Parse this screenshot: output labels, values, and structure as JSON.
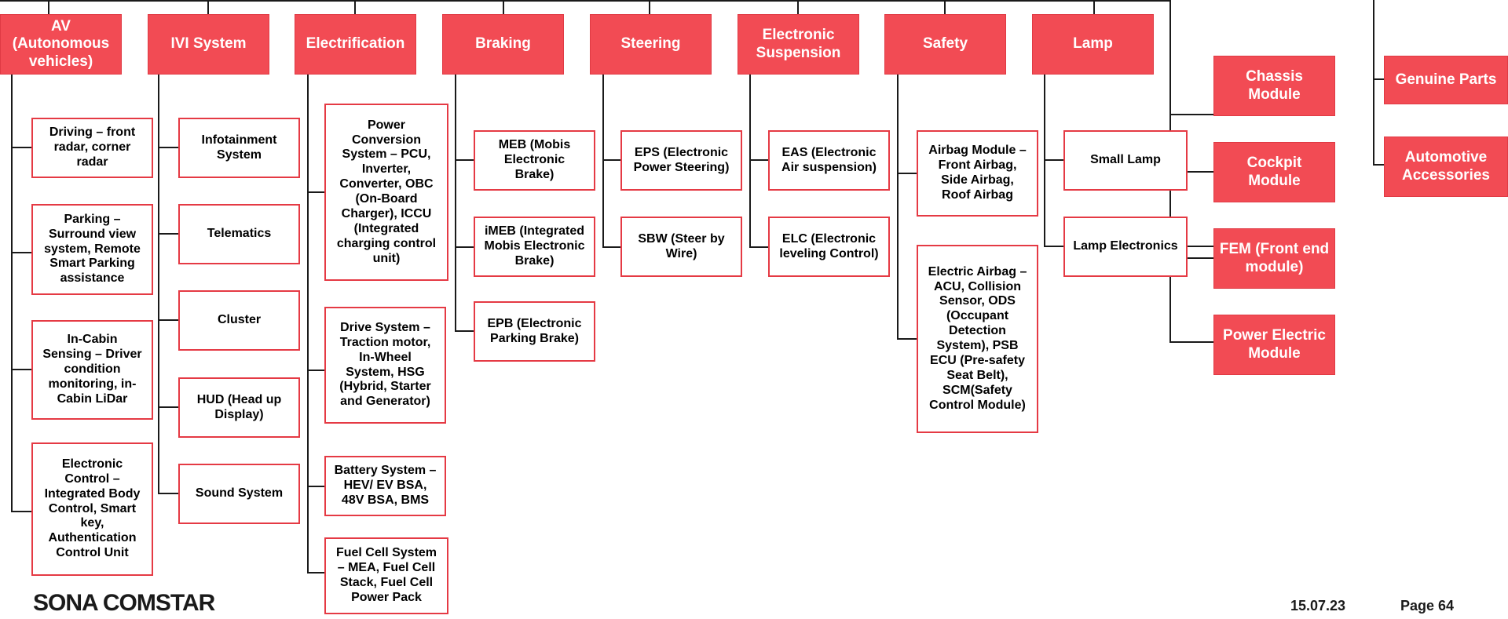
{
  "heads": [
    "AV\n(Autonomous\nvehicles)",
    "IVI System",
    "Electrification",
    "Braking",
    "Steering",
    "Electronic\nSuspension",
    "Safety",
    "Lamp"
  ],
  "av": [
    "Driving – front\nradar, corner\nradar",
    "Parking –\nSurround view\nsystem, Remote\nSmart Parking\nassistance",
    "In-Cabin\nSensing – Driver\ncondition\nmonitoring,  in-\nCabin LiDar",
    "Electronic\nControl –\nIntegrated Body\nControl, Smart\nkey,\nAuthentication\nControl Unit"
  ],
  "ivi": [
    "Infotainment\nSystem",
    "Telematics",
    "Cluster",
    "HUD (Head up\nDisplay)",
    "Sound System"
  ],
  "elec": [
    "Power\nConversion\nSystem – PCU,\nInverter,\nConverter, OBC\n(On-Board\nCharger), ICCU\n(Integrated\ncharging control\nunit)",
    "Drive System –\nTraction motor,\nIn-Wheel\nSystem, HSG\n(Hybrid, Starter\nand Generator)",
    "Battery System –\nHEV/ EV BSA,\n48V BSA, BMS",
    "Fuel Cell System\n– MEA, Fuel Cell\nStack, Fuel Cell\nPower Pack"
  ],
  "braking": [
    "MEB (Mobis\nElectronic\nBrake)",
    "iMEB (Integrated\nMobis Electronic\nBrake)",
    "EPB (Electronic\nParking Brake)"
  ],
  "steering": [
    "EPS (Electronic\nPower Steering)",
    "SBW (Steer by\nWire)"
  ],
  "suspension": [
    "EAS (Electronic\nAir suspension)",
    "ELC (Electronic\nleveling Control)"
  ],
  "safety": [
    "Airbag Module –\nFront Airbag,\nSide Airbag,\nRoof Airbag",
    "Electric Airbag –\nACU, Collision\nSensor, ODS\n(Occupant\nDetection\nSystem), PSB\nECU (Pre-safety\nSeat Belt),\nSCM(Safety\nControl Module)"
  ],
  "lamp": [
    "Small Lamp",
    "Lamp Electronics"
  ],
  "modules": [
    "Chassis\nModule",
    "Cockpit\nModule",
    "FEM (Front end\nmodule)",
    "Power Electric\nModule"
  ],
  "parts": [
    "Genuine Parts",
    "Automotive\nAccessories"
  ],
  "footer": {
    "logo": "SONA COMSTAR",
    "date": "15.07.23",
    "page": "Page 64"
  },
  "colors": {
    "accent": "#f24b54",
    "border": "#e53a44",
    "line": "#1a1a1a"
  }
}
